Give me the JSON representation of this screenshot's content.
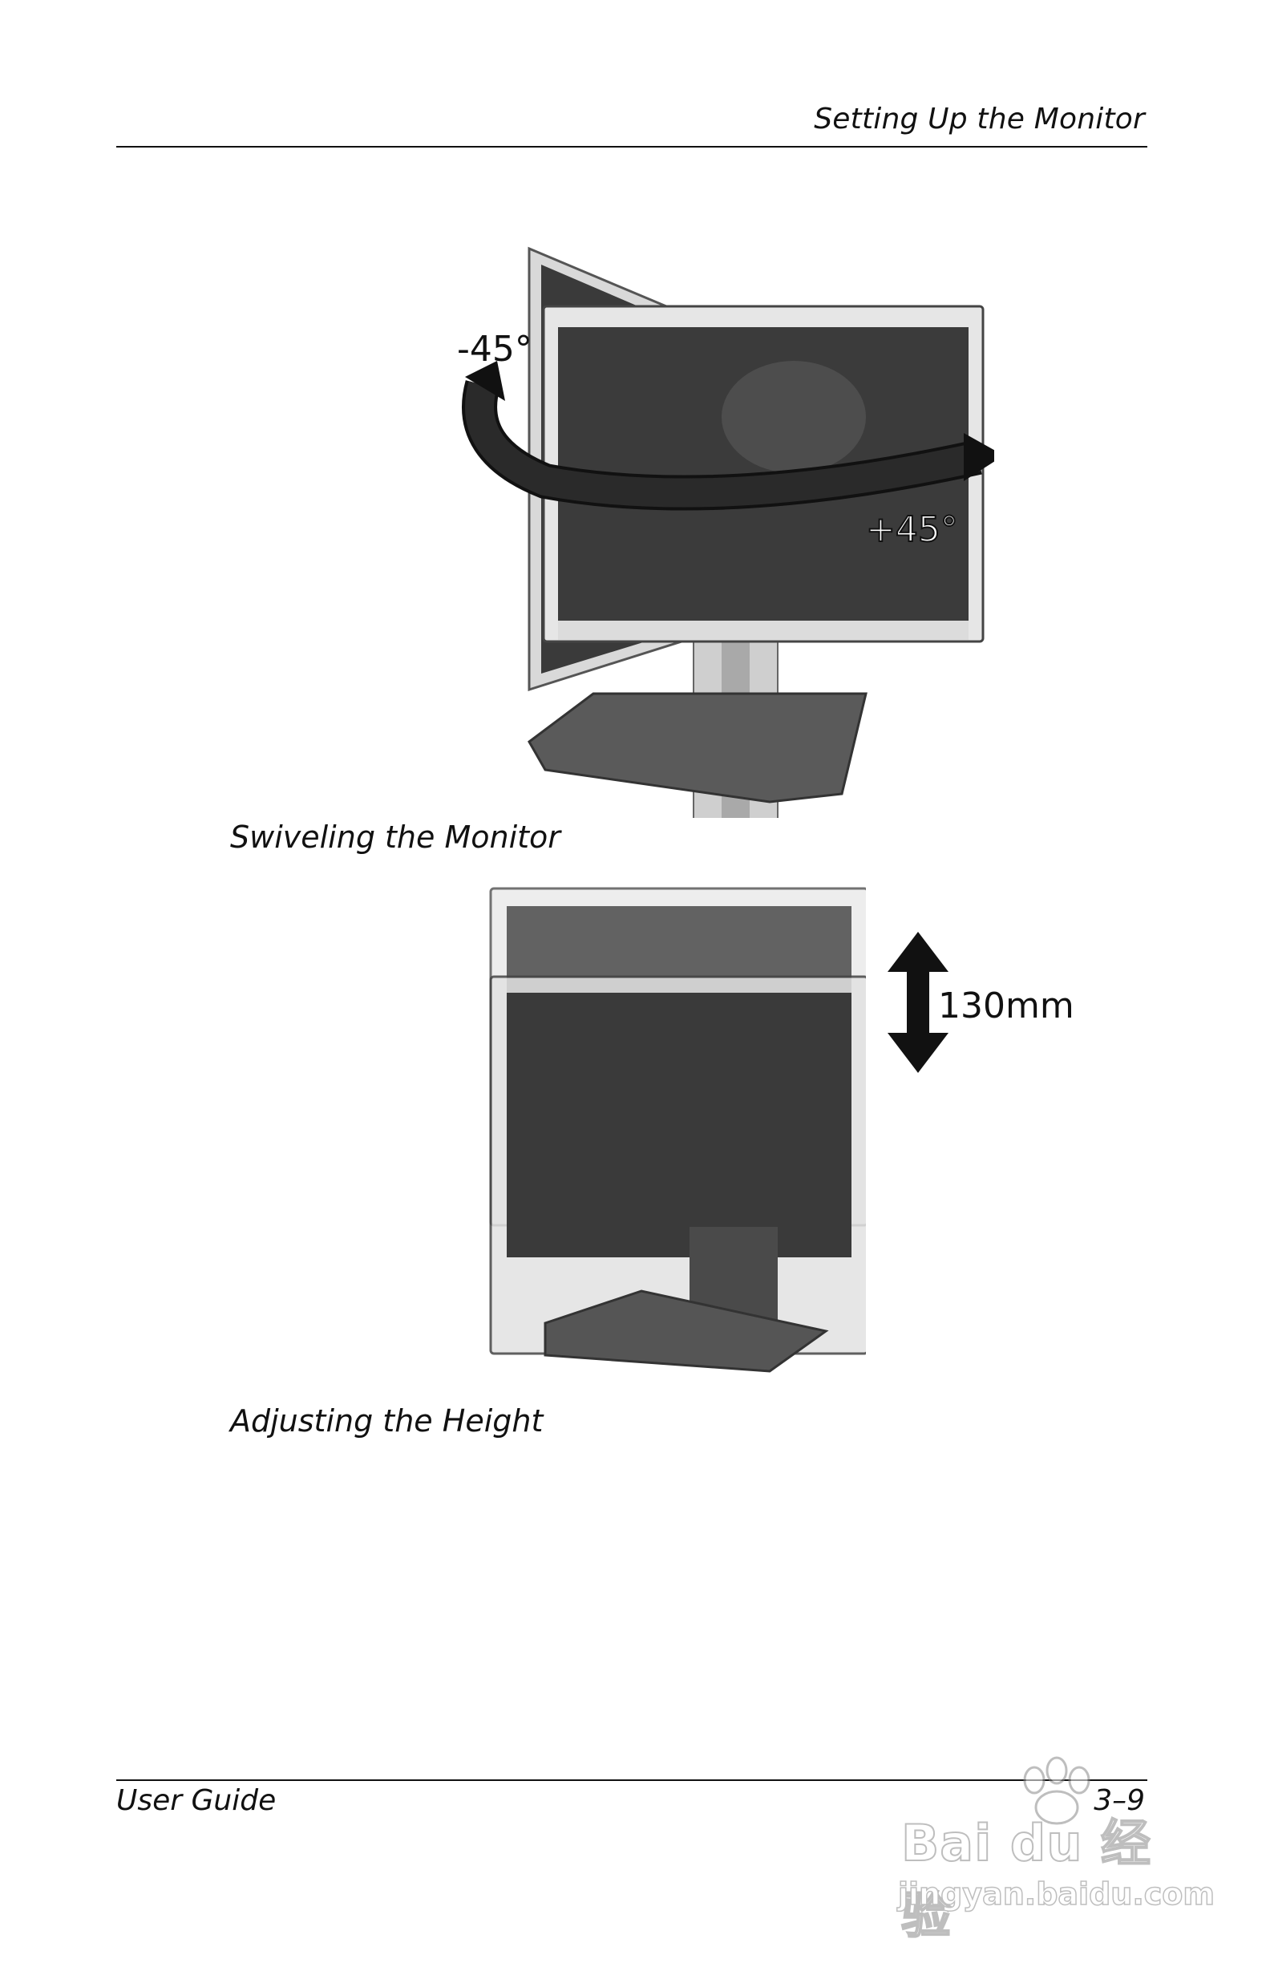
{
  "header": {
    "title": "Setting Up the Monitor"
  },
  "figures": [
    {
      "caption": "Swiveling the Monitor",
      "labels": {
        "left_angle": "-45°",
        "right_angle": "+45°"
      }
    },
    {
      "caption": "Adjusting the Height",
      "labels": {
        "height": "130mm"
      }
    }
  ],
  "footer": {
    "left": "User Guide",
    "right": "3–9"
  },
  "watermark": {
    "brand": "Bai du 经验",
    "url": "jingyan.baidu.com"
  }
}
